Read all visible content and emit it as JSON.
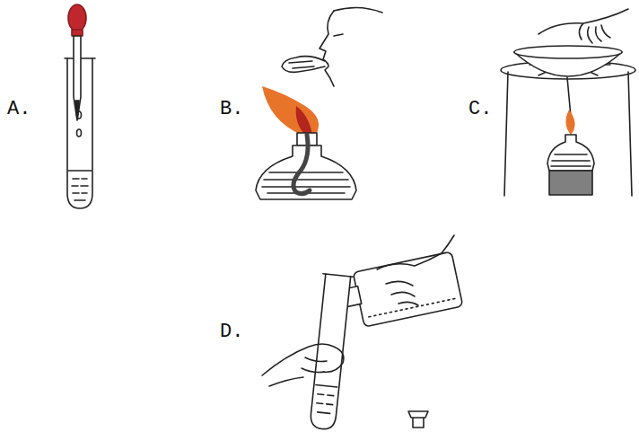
{
  "diagram": {
    "labels": [
      "A.",
      "B.",
      "C.",
      "D."
    ]
  }
}
